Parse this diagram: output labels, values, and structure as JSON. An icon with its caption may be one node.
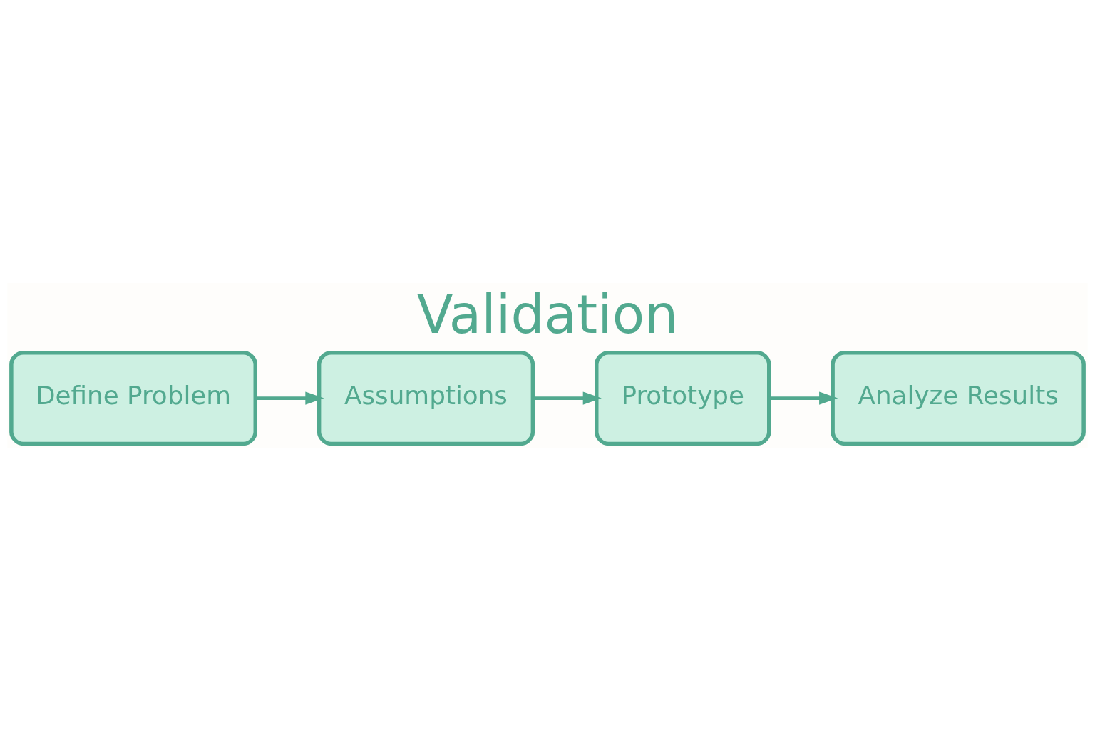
{
  "diagram": {
    "title": "Validation",
    "nodes": [
      {
        "text": [
          "Define Problem"
        ]
      },
      {
        "text": [
          "Assumptions"
        ]
      },
      {
        "text": [
          "Prototype"
        ]
      },
      {
        "text": [
          "Analyze Results"
        ]
      }
    ],
    "edges": [
      {
        "from": 0,
        "to": 1,
        "arrow": "to"
      },
      {
        "from": 1,
        "to": 2,
        "arrow": "to"
      },
      {
        "from": 2,
        "to": 3,
        "arrow": "to"
      }
    ]
  }
}
